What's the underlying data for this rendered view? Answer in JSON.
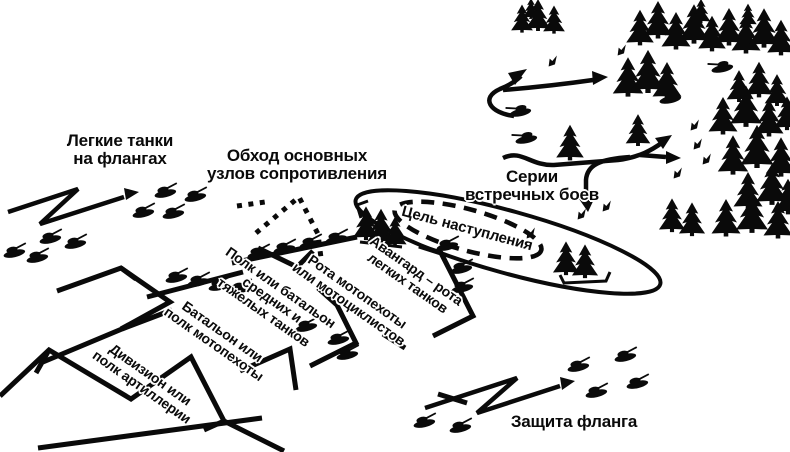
{
  "colors": {
    "ink": "#0a0a0a",
    "background": "#ffffff"
  },
  "labels": {
    "light_tanks": "Легкие танки\nна флангах",
    "bypass": "Обход основных\nузлов сопротивления",
    "meeting_engagements": "Серии\nвстречных боев",
    "objective": "Цель наступления",
    "vanguard": "Авангард – рота\nлегких танков",
    "motorized_company": "Рота мотопехоты\nили мотоциклистов",
    "tank_regiment": "Полк или батальон\nсредних и\nтяжелых танков",
    "infantry_battalion": "Батальон или\nполк мотопехоты",
    "artillery": "Дивизион или\nполк артиллерии",
    "flank_defense": "Защита фланга"
  }
}
